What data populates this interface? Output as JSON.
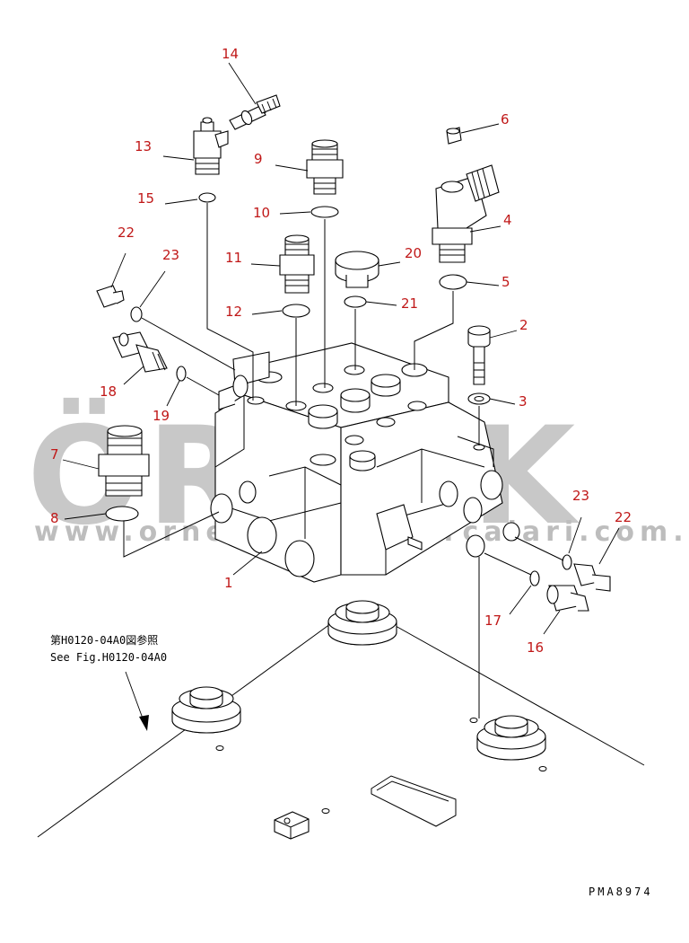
{
  "drawing_code": "PMA8974",
  "reference_note": {
    "japanese": "第H0120-04A0図参照",
    "english": "See Fig.H0120-04A0"
  },
  "watermark": {
    "logo_text": "ÖRNEK",
    "url": "www.ornekmakinaparcalari.com.tr"
  },
  "colors": {
    "callout_red": "#c01818",
    "watermark_gray": "#c8c8c8",
    "line": "#000000"
  },
  "callouts": [
    {
      "id": "c1",
      "label": "1"
    },
    {
      "id": "c2",
      "label": "2"
    },
    {
      "id": "c3",
      "label": "3"
    },
    {
      "id": "c4",
      "label": "4"
    },
    {
      "id": "c5",
      "label": "5"
    },
    {
      "id": "c6",
      "label": "6"
    },
    {
      "id": "c7",
      "label": "7"
    },
    {
      "id": "c8",
      "label": "8"
    },
    {
      "id": "c9",
      "label": "9"
    },
    {
      "id": "c10",
      "label": "10"
    },
    {
      "id": "c11",
      "label": "11"
    },
    {
      "id": "c12",
      "label": "12"
    },
    {
      "id": "c13",
      "label": "13"
    },
    {
      "id": "c14",
      "label": "14"
    },
    {
      "id": "c15",
      "label": "15"
    },
    {
      "id": "c16",
      "label": "16"
    },
    {
      "id": "c17",
      "label": "17"
    },
    {
      "id": "c18",
      "label": "18"
    },
    {
      "id": "c19",
      "label": "19"
    },
    {
      "id": "c20",
      "label": "20"
    },
    {
      "id": "c21",
      "label": "21"
    },
    {
      "id": "c22a",
      "label": "22"
    },
    {
      "id": "c22b",
      "label": "22"
    },
    {
      "id": "c23a",
      "label": "23"
    },
    {
      "id": "c23b",
      "label": "23"
    }
  ]
}
